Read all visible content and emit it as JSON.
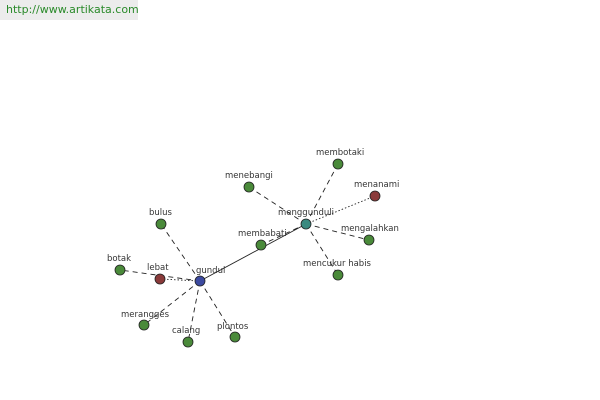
{
  "source_url": "http://www.artikata.com",
  "colors": {
    "synonym": "#4a8a3a",
    "antonym": "#8a3a3a",
    "main": "#3c4aa0",
    "related": "#3a8a80",
    "edge": "#222222",
    "url_text": "#2a8a2a"
  },
  "graph": {
    "nodes": [
      {
        "id": "gundul",
        "label": "gundul",
        "kind": "main"
      },
      {
        "id": "menggunduli",
        "label": "menggunduli",
        "kind": "related"
      },
      {
        "id": "bulus",
        "label": "bulus",
        "kind": "synonym"
      },
      {
        "id": "lebat",
        "label": "lebat",
        "kind": "antonym"
      },
      {
        "id": "botak",
        "label": "botak",
        "kind": "synonym"
      },
      {
        "id": "merangges",
        "label": "merangges",
        "kind": "synonym"
      },
      {
        "id": "calang",
        "label": "calang",
        "kind": "synonym"
      },
      {
        "id": "plontos",
        "label": "plontos",
        "kind": "synonym"
      },
      {
        "id": "membabati",
        "label": "membabati",
        "kind": "synonym"
      },
      {
        "id": "menebangi",
        "label": "menebangi",
        "kind": "synonym"
      },
      {
        "id": "membotaki",
        "label": "membotaki",
        "kind": "synonym"
      },
      {
        "id": "menanami",
        "label": "menanami",
        "kind": "antonym"
      },
      {
        "id": "mengalahkan",
        "label": "mengalahkan",
        "kind": "synonym"
      },
      {
        "id": "mencukur habis",
        "label": "mencukur habis",
        "kind": "synonym"
      }
    ],
    "edges": [
      {
        "from": "gundul",
        "to": "menggunduli",
        "style": "solid"
      },
      {
        "from": "gundul",
        "to": "bulus",
        "style": "dashed"
      },
      {
        "from": "gundul",
        "to": "lebat",
        "style": "dotted"
      },
      {
        "from": "gundul",
        "to": "botak",
        "style": "dashed"
      },
      {
        "from": "gundul",
        "to": "merangges",
        "style": "dashed"
      },
      {
        "from": "gundul",
        "to": "calang",
        "style": "dashed"
      },
      {
        "from": "gundul",
        "to": "plontos",
        "style": "dashed"
      },
      {
        "from": "menggunduli",
        "to": "membabati",
        "style": "dashed"
      },
      {
        "from": "menggunduli",
        "to": "menebangi",
        "style": "dashed"
      },
      {
        "from": "menggunduli",
        "to": "membotaki",
        "style": "dashed"
      },
      {
        "from": "menggunduli",
        "to": "menanami",
        "style": "dotted"
      },
      {
        "from": "menggunduli",
        "to": "mengalahkan",
        "style": "dashed"
      },
      {
        "from": "menggunduli",
        "to": "mencukur habis",
        "style": "dashed"
      }
    ]
  }
}
